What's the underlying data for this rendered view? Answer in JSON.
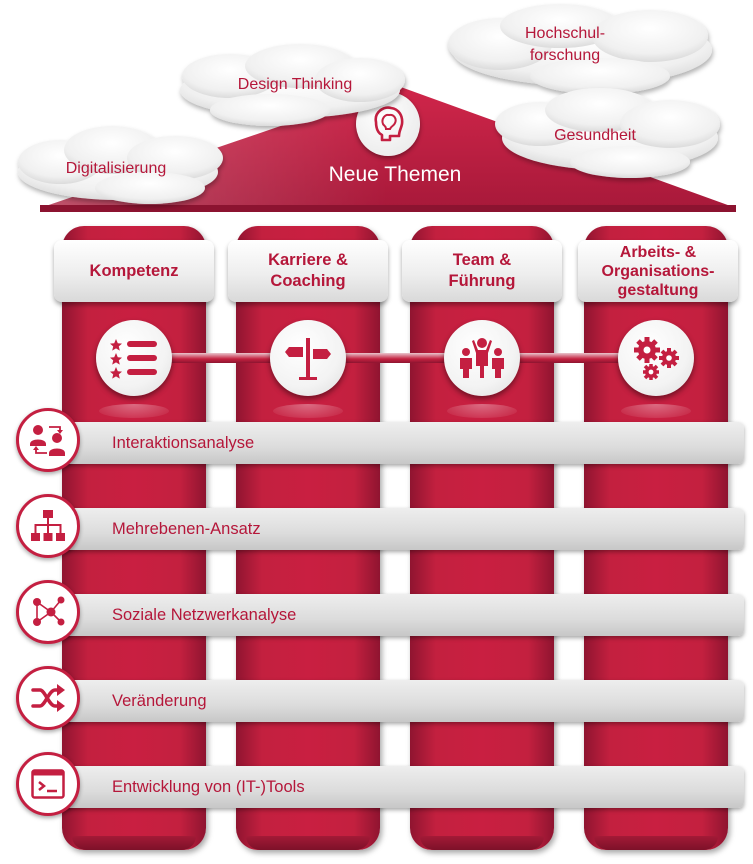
{
  "roof": {
    "title": "Neue Themen"
  },
  "clouds": [
    {
      "label": "Digitalisierung"
    },
    {
      "label": "Design Thinking"
    },
    {
      "label": "Hochschul-\nforschung"
    },
    {
      "label": "Gesundheit"
    }
  ],
  "pillars": [
    {
      "label": "Kompetenz",
      "icon": "rated-list-icon"
    },
    {
      "label": "Karriere &\nCoaching",
      "icon": "signpost-icon"
    },
    {
      "label": "Team &\nFührung",
      "icon": "team-icon"
    },
    {
      "label": "Arbeits- &\nOrganisations-\ngestaltung",
      "icon": "gears-icon"
    }
  ],
  "methods": [
    {
      "label": "Interaktionsanalyse",
      "icon": "people-exchange-icon"
    },
    {
      "label": "Mehrebenen-Ansatz",
      "icon": "hierarchy-icon"
    },
    {
      "label": "Soziale Netzwerkanalyse",
      "icon": "network-icon"
    },
    {
      "label": "Veränderung",
      "icon": "shuffle-icon"
    },
    {
      "label": "Entwicklung von (IT-)Tools",
      "icon": "terminal-icon"
    }
  ],
  "colors": {
    "primary": "#c41f41",
    "dark": "#8f1430",
    "text": "#b5173a",
    "bar": "#dcdcdc"
  }
}
